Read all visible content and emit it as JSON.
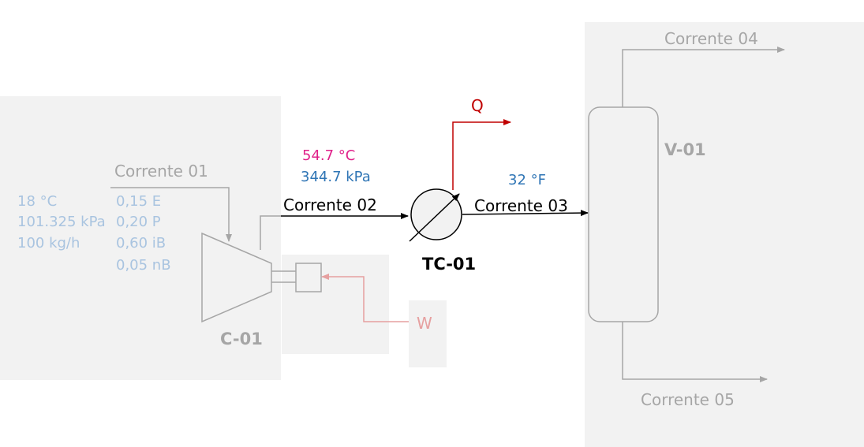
{
  "colors": {
    "panel": "#f2f2f2",
    "gray_stream": "#a6a6a6",
    "dark_stream": "#000000",
    "heat": "#c00000",
    "work": "#e6a0a0",
    "feed_text": "#a9c4e0",
    "temp_pink": "#e0218a",
    "blue_text": "#2f75b5"
  },
  "streams": {
    "s01": "Corrente 01",
    "s02": "Corrente 02",
    "s03": "Corrente 03",
    "s04": "Corrente 04",
    "s05": "Corrente 05",
    "heat": "Q",
    "work": "W"
  },
  "feed": {
    "temperature": "18 °C",
    "pressure": "101.325 kPa",
    "flow": "100 kg/h",
    "composition": [
      "0,15 E",
      "0,20 P",
      "0,60 iB",
      "0,05 nB"
    ]
  },
  "s02_props": {
    "temperature": "54.7 °C",
    "pressure": "344.7 kPa"
  },
  "s03_props": {
    "temperature": "32 °F"
  },
  "equipment": {
    "compressor": "C-01",
    "exchanger": "TC-01",
    "vessel": "V-01"
  }
}
